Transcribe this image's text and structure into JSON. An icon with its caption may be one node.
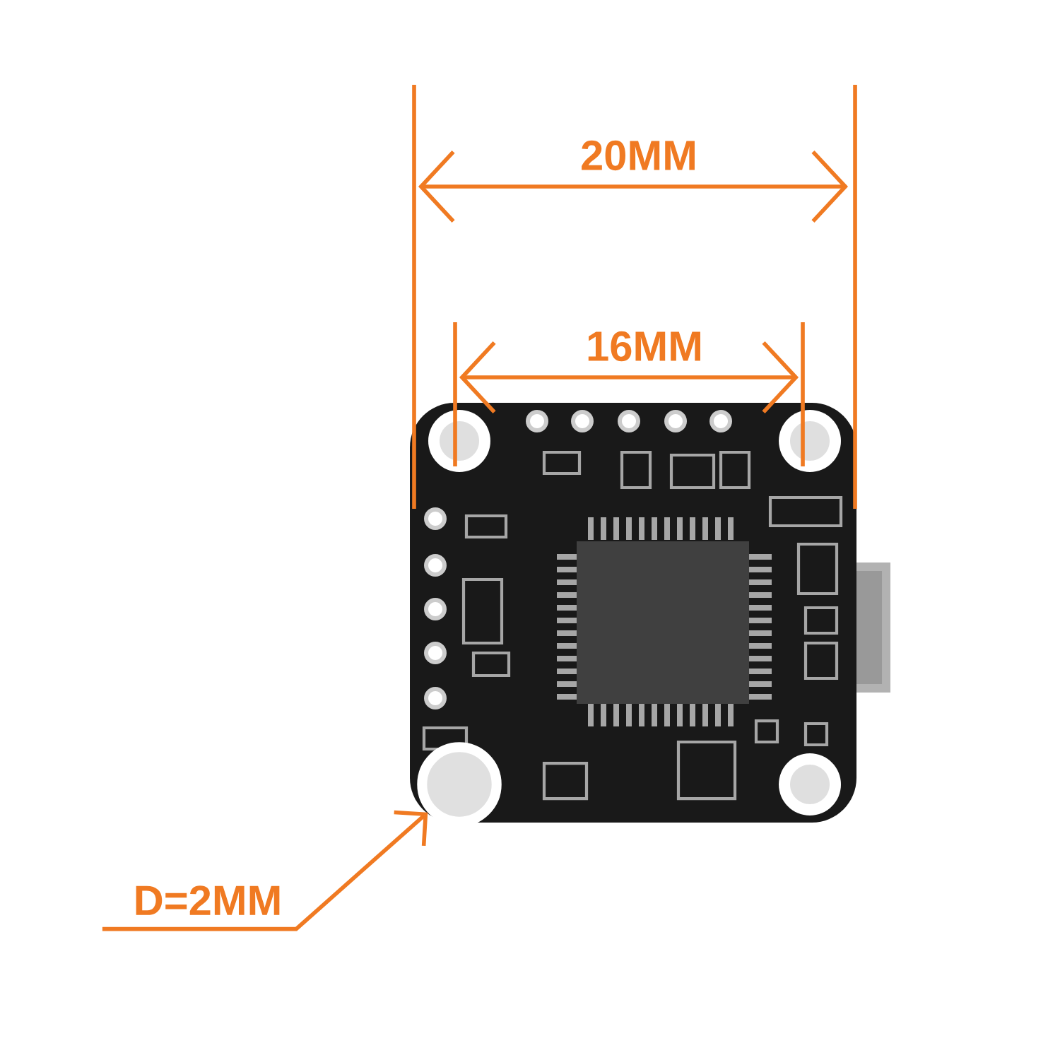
{
  "diagram": {
    "nodes": [
      {
        "text": [
          "D=2MM"
        ]
      },
      {
        "text": [],
        "shape": "circle"
      }
    ],
    "edges": [
      {
        "from": 0,
        "to": 1,
        "arrow": "to"
      }
    ],
    "labels": [
      "20MM",
      "16MM"
    ]
  }
}
